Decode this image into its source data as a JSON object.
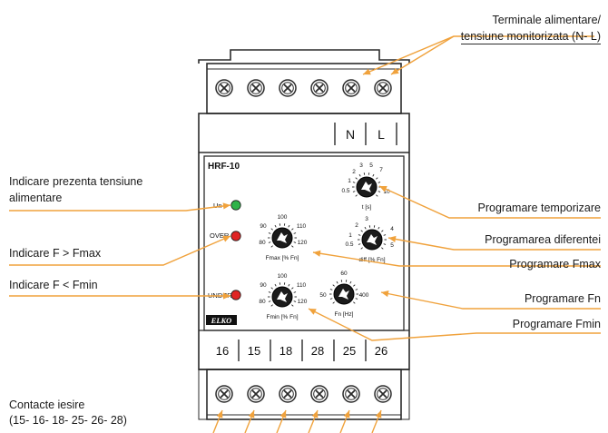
{
  "labels": {
    "top_right_line1": "Terminale alimentare/",
    "top_right_line2": "tensiune monitorizata (N- L)",
    "indicator_un_line1": "Indicare prezenta tensiune",
    "indicator_un_line2": "alimentare",
    "indicator_over": "Indicare F > Fmax",
    "indicator_under": "Indicare F < Fmin",
    "contacts_line1": "Contacte iesire",
    "contacts_line2": "(15- 16- 18- 25- 26- 28)",
    "prog_delay": "Programare temporizare",
    "prog_diff": "Programarea diferentei",
    "prog_fmax": "Programare Fmax",
    "prog_fn": "Programare Fn",
    "prog_fmin": "Programare Fmin"
  },
  "device": {
    "model": "HRF-10",
    "brand": "ELKO",
    "top_terminals": [
      "N",
      "L"
    ],
    "bottom_terminals": [
      "16",
      "15",
      "18",
      "28",
      "25",
      "26"
    ],
    "leds": [
      {
        "label": "Un",
        "color": "#2fb34a"
      },
      {
        "label": "OVER",
        "color": "#e02424"
      },
      {
        "label": "UNDER",
        "color": "#e02424"
      }
    ],
    "dials": {
      "t": {
        "caption": "t [s]",
        "ticks": [
          "0.5",
          "1",
          "2",
          "3",
          "5",
          "7",
          "10"
        ]
      },
      "diff": {
        "caption": "diff [% Fn]",
        "ticks": [
          "0.5",
          "1",
          "2",
          "3",
          "4",
          "5"
        ]
      },
      "fmax": {
        "caption": "Fmax [% Fn]",
        "ticks": [
          "80",
          "90",
          "100",
          "110",
          "120"
        ]
      },
      "fn": {
        "caption": "Fn [Hz]",
        "ticks": [
          "50",
          "60",
          "400"
        ]
      },
      "fmin": {
        "caption": "Fmin [% Fn]",
        "ticks": [
          "80",
          "90",
          "100",
          "110",
          "120"
        ]
      }
    }
  },
  "colors": {
    "accent": "#f0a23c",
    "housing": "#2b2b2b",
    "led_green": "#2fb34a",
    "led_red": "#e02424"
  }
}
